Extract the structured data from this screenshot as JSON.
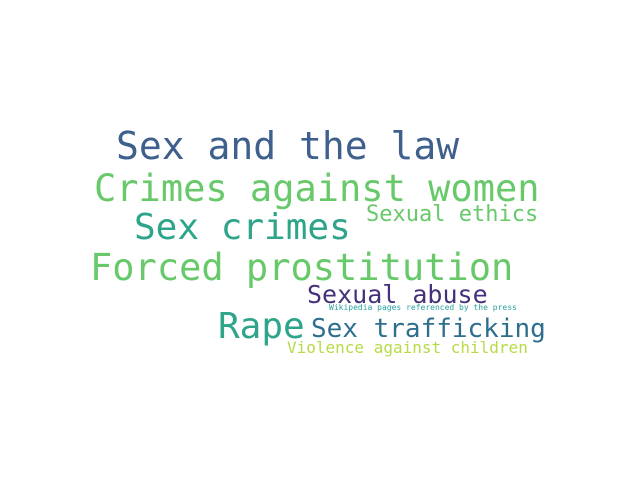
{
  "words": [
    {
      "id": "sex-and-the-law",
      "text": "Sex and the law",
      "color": "#3f5f8c"
    },
    {
      "id": "crimes-against-women",
      "text": "Crimes against women",
      "color": "#68c96a"
    },
    {
      "id": "sex-crimes",
      "text": "Sex crimes",
      "color": "#2ea58a"
    },
    {
      "id": "sexual-ethics",
      "text": "Sexual ethics",
      "color": "#68c96a"
    },
    {
      "id": "forced-prostitution",
      "text": "Forced prostitution",
      "color": "#68c96a"
    },
    {
      "id": "sexual-abuse",
      "text": "Sexual abuse",
      "color": "#47307a"
    },
    {
      "id": "wikipedia-pages-referenced-by-the-press",
      "text": "Wikipedia pages referenced by the press",
      "color": "#2aa3a0"
    },
    {
      "id": "rape",
      "text": "Rape",
      "color": "#2ea58a"
    },
    {
      "id": "sex-trafficking",
      "text": "Sex trafficking",
      "color": "#2f6f8e"
    },
    {
      "id": "violence-against-children",
      "text": "Violence against children",
      "color": "#b6db47"
    }
  ]
}
